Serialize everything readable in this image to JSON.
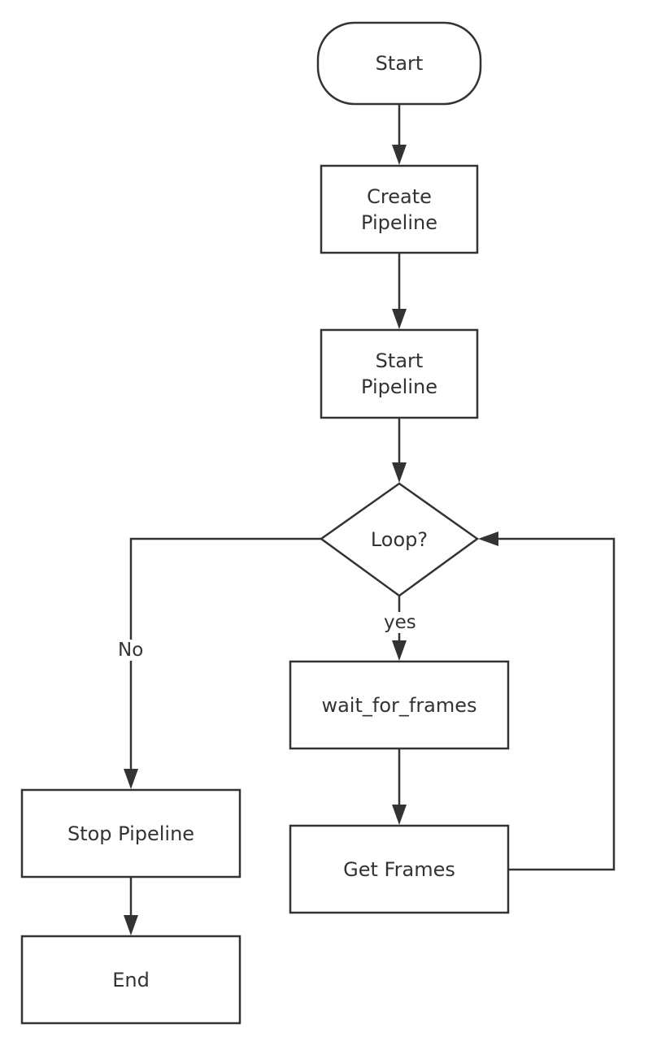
{
  "diagram": {
    "nodes": {
      "start": "Start",
      "create": "Create\nPipeline",
      "start_pipeline": "Start\nPipeline",
      "loop": "Loop?",
      "wait": "wait_for_frames",
      "get": "Get Frames",
      "stop": "Stop Pipeline",
      "end": "End"
    },
    "edges": {
      "yes": "yes",
      "no": "No"
    }
  },
  "colors": {
    "stroke": "#333333",
    "fill": "#ffffff",
    "text": "#333333"
  }
}
